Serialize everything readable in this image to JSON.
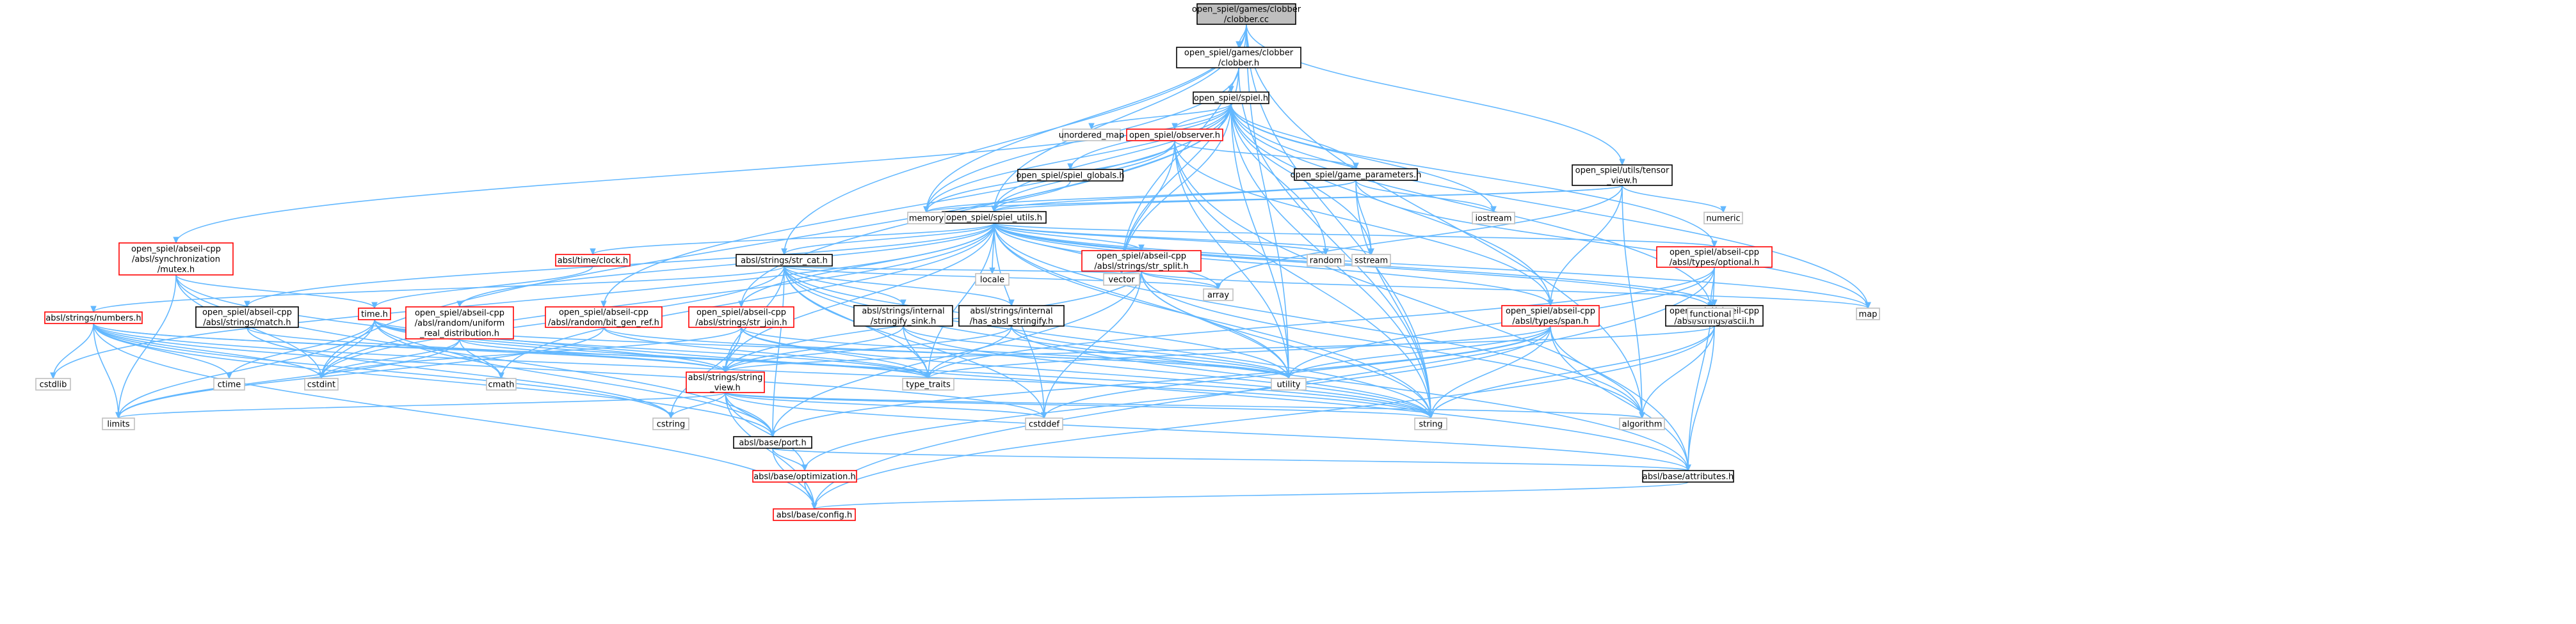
{
  "colors": {
    "edge": "#63b8ff",
    "root_fill": "#bfbfbf",
    "node_border_default": "#000000",
    "node_border_incomplete": "#ff0000",
    "node_border_system": "#bfbfbf",
    "background": "#ffffff"
  },
  "nodes": [
    {
      "id": "root",
      "lines": [
        "open_spiel/games/clobber",
        "/clobber.cc"
      ],
      "style": "root"
    },
    {
      "id": "clobber_h",
      "lines": [
        "open_spiel/games/clobber",
        "/clobber.h"
      ],
      "style": "black"
    },
    {
      "id": "spiel_h",
      "lines": [
        "open_spiel/spiel.h"
      ],
      "style": "black"
    },
    {
      "id": "observer_h",
      "lines": [
        "open_spiel/observer.h"
      ],
      "style": "red"
    },
    {
      "id": "spiel_globals_h",
      "lines": [
        "open_spiel/spiel_globals.h"
      ],
      "style": "black"
    },
    {
      "id": "game_parameters_h",
      "lines": [
        "open_spiel/game_parameters.h"
      ],
      "style": "black"
    },
    {
      "id": "tensor_view_h",
      "lines": [
        "open_spiel/utils/tensor",
        "_view.h"
      ],
      "style": "black"
    },
    {
      "id": "spiel_utils_h",
      "lines": [
        "open_spiel/spiel_utils.h"
      ],
      "style": "black"
    },
    {
      "id": "mutex_h",
      "lines": [
        "open_spiel/abseil-cpp",
        "/absl/synchronization",
        "/mutex.h"
      ],
      "style": "red"
    },
    {
      "id": "str_cat_h",
      "lines": [
        "absl/strings/str_cat.h"
      ],
      "style": "black"
    },
    {
      "id": "str_split_h",
      "lines": [
        "open_spiel/abseil-cpp",
        "/absl/strings/str_split.h"
      ],
      "style": "red"
    },
    {
      "id": "optional_h",
      "lines": [
        "open_spiel/abseil-cpp",
        "/absl/types/optional.h"
      ],
      "style": "red"
    },
    {
      "id": "clock_h",
      "lines": [
        "absl/time/clock.h"
      ],
      "style": "red"
    },
    {
      "id": "time_h",
      "lines": [
        "time.h"
      ],
      "style": "red"
    },
    {
      "id": "numbers_h",
      "lines": [
        "absl/strings/numbers.h"
      ],
      "style": "red"
    },
    {
      "id": "match_h",
      "lines": [
        "open_spiel/abseil-cpp",
        "/absl/strings/match.h"
      ],
      "style": "black"
    },
    {
      "id": "uniform_h",
      "lines": [
        "open_spiel/abseil-cpp",
        "/absl/random/uniform",
        "_real_distribution.h"
      ],
      "style": "red"
    },
    {
      "id": "bit_gen_ref_h",
      "lines": [
        "open_spiel/abseil-cpp",
        "/absl/random/bit_gen_ref.h"
      ],
      "style": "red"
    },
    {
      "id": "str_join_h",
      "lines": [
        "open_spiel/abseil-cpp",
        "/absl/strings/str_join.h"
      ],
      "style": "red"
    },
    {
      "id": "stringify_sink_h",
      "lines": [
        "absl/strings/internal",
        "/stringify_sink.h"
      ],
      "style": "black"
    },
    {
      "id": "has_absl_stringify_h",
      "lines": [
        "absl/strings/internal",
        "/has_absl_stringify.h"
      ],
      "style": "black"
    },
    {
      "id": "span_h",
      "lines": [
        "open_spiel/abseil-cpp",
        "/absl/types/span.h"
      ],
      "style": "red"
    },
    {
      "id": "ascii_h",
      "lines": [
        "open_spiel/abseil-cpp",
        "/absl/strings/ascii.h"
      ],
      "style": "black"
    },
    {
      "id": "string_view_h",
      "lines": [
        "absl/strings/string",
        "_view.h"
      ],
      "style": "red"
    },
    {
      "id": "port_h",
      "lines": [
        "absl/base/port.h"
      ],
      "style": "black"
    },
    {
      "id": "optimization_h",
      "lines": [
        "absl/base/optimization.h"
      ],
      "style": "red"
    },
    {
      "id": "attributes_h",
      "lines": [
        "absl/base/attributes.h"
      ],
      "style": "black"
    },
    {
      "id": "config_h",
      "lines": [
        "absl/base/config.h"
      ],
      "style": "red"
    },
    {
      "id": "unordered_map",
      "lines": [
        "unordered_map"
      ],
      "style": "grey"
    },
    {
      "id": "memory",
      "lines": [
        "memory"
      ],
      "style": "grey"
    },
    {
      "id": "iostream",
      "lines": [
        "iostream"
      ],
      "style": "grey"
    },
    {
      "id": "numeric",
      "lines": [
        "numeric"
      ],
      "style": "grey"
    },
    {
      "id": "locale",
      "lines": [
        "locale"
      ],
      "style": "grey"
    },
    {
      "id": "random",
      "lines": [
        "random"
      ],
      "style": "grey"
    },
    {
      "id": "sstream",
      "lines": [
        "sstream"
      ],
      "style": "grey"
    },
    {
      "id": "vector",
      "lines": [
        "vector"
      ],
      "style": "grey"
    },
    {
      "id": "array",
      "lines": [
        "array"
      ],
      "style": "grey"
    },
    {
      "id": "functional",
      "lines": [
        "functional"
      ],
      "style": "grey"
    },
    {
      "id": "map",
      "lines": [
        "map"
      ],
      "style": "grey"
    },
    {
      "id": "utility",
      "lines": [
        "utility"
      ],
      "style": "grey"
    },
    {
      "id": "type_traits",
      "lines": [
        "type_traits"
      ],
      "style": "grey"
    },
    {
      "id": "cstdint",
      "lines": [
        "cstdint"
      ],
      "style": "grey"
    },
    {
      "id": "cmath",
      "lines": [
        "cmath"
      ],
      "style": "grey"
    },
    {
      "id": "ctime",
      "lines": [
        "ctime"
      ],
      "style": "grey"
    },
    {
      "id": "cstdlib",
      "lines": [
        "cstdlib"
      ],
      "style": "grey"
    },
    {
      "id": "limits",
      "lines": [
        "limits"
      ],
      "style": "grey"
    },
    {
      "id": "cstring",
      "lines": [
        "cstring"
      ],
      "style": "grey"
    },
    {
      "id": "cstddef",
      "lines": [
        "cstddef"
      ],
      "style": "grey"
    },
    {
      "id": "string",
      "lines": [
        "string"
      ],
      "style": "grey"
    },
    {
      "id": "algorithm",
      "lines": [
        "algorithm"
      ],
      "style": "grey"
    }
  ],
  "edges": [
    [
      "root",
      "clobber_h"
    ],
    [
      "root",
      "memory"
    ],
    [
      "root",
      "spiel_utils_h"
    ],
    [
      "root",
      "str_cat_h"
    ],
    [
      "root",
      "vector"
    ],
    [
      "root",
      "utility"
    ],
    [
      "root",
      "tensor_view_h"
    ],
    [
      "root",
      "string"
    ],
    [
      "root",
      "algorithm"
    ],
    [
      "clobber_h",
      "spiel_h"
    ],
    [
      "clobber_h",
      "memory"
    ],
    [
      "clobber_h",
      "vector"
    ],
    [
      "clobber_h",
      "string"
    ],
    [
      "spiel_h",
      "unordered_map"
    ],
    [
      "spiel_h",
      "observer_h"
    ],
    [
      "spiel_h",
      "spiel_globals_h"
    ],
    [
      "spiel_h",
      "game_parameters_h"
    ],
    [
      "spiel_h",
      "spiel_utils_h"
    ],
    [
      "spiel_h",
      "memory"
    ],
    [
      "spiel_h",
      "iostream"
    ],
    [
      "spiel_h",
      "random"
    ],
    [
      "spiel_h",
      "sstream"
    ],
    [
      "spiel_h",
      "vector"
    ],
    [
      "spiel_h",
      "utility"
    ],
    [
      "spiel_h",
      "string"
    ],
    [
      "spiel_h",
      "functional"
    ],
    [
      "spiel_h",
      "map"
    ],
    [
      "spiel_h",
      "mutex_h"
    ],
    [
      "spiel_h",
      "str_join_h"
    ],
    [
      "spiel_h",
      "bit_gen_ref_h"
    ],
    [
      "spiel_h",
      "optional_h"
    ],
    [
      "spiel_h",
      "span_h"
    ],
    [
      "spiel_h",
      "cstdint"
    ],
    [
      "observer_h",
      "game_parameters_h"
    ],
    [
      "observer_h",
      "spiel_utils_h"
    ],
    [
      "observer_h",
      "memory"
    ],
    [
      "observer_h",
      "vector"
    ],
    [
      "observer_h",
      "string"
    ],
    [
      "observer_h",
      "span_h"
    ],
    [
      "observer_h",
      "attributes_h"
    ],
    [
      "observer_h",
      "utility"
    ],
    [
      "spiel_globals_h",
      "spiel_utils_h"
    ],
    [
      "game_parameters_h",
      "spiel_utils_h"
    ],
    [
      "game_parameters_h",
      "memory"
    ],
    [
      "game_parameters_h",
      "iostream"
    ],
    [
      "game_parameters_h",
      "map"
    ],
    [
      "game_parameters_h",
      "string"
    ],
    [
      "game_parameters_h",
      "sstream"
    ],
    [
      "tensor_view_h",
      "spiel_utils_h"
    ],
    [
      "tensor_view_h",
      "memory"
    ],
    [
      "tensor_view_h",
      "numeric"
    ],
    [
      "tensor_view_h",
      "array"
    ],
    [
      "tensor_view_h",
      "span_h"
    ],
    [
      "tensor_view_h",
      "algorithm"
    ],
    [
      "spiel_utils_h",
      "str_cat_h"
    ],
    [
      "spiel_utils_h",
      "str_split_h"
    ],
    [
      "spiel_utils_h",
      "optional_h"
    ],
    [
      "spiel_utils_h",
      "clock_h"
    ],
    [
      "spiel_utils_h",
      "str_join_h"
    ],
    [
      "spiel_utils_h",
      "match_h"
    ],
    [
      "spiel_utils_h",
      "uniform_h"
    ],
    [
      "spiel_utils_h",
      "ascii_h"
    ],
    [
      "spiel_utils_h",
      "span_h"
    ],
    [
      "spiel_utils_h",
      "locale"
    ],
    [
      "spiel_utils_h",
      "random"
    ],
    [
      "spiel_utils_h",
      "sstream"
    ],
    [
      "spiel_utils_h",
      "vector"
    ],
    [
      "spiel_utils_h",
      "array"
    ],
    [
      "spiel_utils_h",
      "functional"
    ],
    [
      "spiel_utils_h",
      "map"
    ],
    [
      "spiel_utils_h",
      "utility"
    ],
    [
      "spiel_utils_h",
      "type_traits"
    ],
    [
      "spiel_utils_h",
      "cstdint"
    ],
    [
      "spiel_utils_h",
      "cmath"
    ],
    [
      "spiel_utils_h",
      "string"
    ],
    [
      "spiel_utils_h",
      "algorithm"
    ],
    [
      "spiel_utils_h",
      "cstddef"
    ],
    [
      "spiel_utils_h",
      "string_view_h"
    ],
    [
      "spiel_utils_h",
      "cstdlib"
    ],
    [
      "mutex_h",
      "time_h"
    ],
    [
      "mutex_h",
      "cstdint"
    ],
    [
      "mutex_h",
      "port_h"
    ],
    [
      "mutex_h",
      "attributes_h"
    ],
    [
      "mutex_h",
      "limits"
    ],
    [
      "str_cat_h",
      "numbers_h"
    ],
    [
      "str_cat_h",
      "stringify_sink_h"
    ],
    [
      "str_cat_h",
      "has_absl_stringify_h"
    ],
    [
      "str_cat_h",
      "string_view_h"
    ],
    [
      "str_cat_h",
      "port_h"
    ],
    [
      "str_cat_h",
      "array"
    ],
    [
      "str_cat_h",
      "vector"
    ],
    [
      "str_cat_h",
      "string"
    ],
    [
      "str_cat_h",
      "utility"
    ],
    [
      "str_cat_h",
      "type_traits"
    ],
    [
      "str_cat_h",
      "cstdint"
    ],
    [
      "str_cat_h",
      "cstddef"
    ],
    [
      "str_cat_h",
      "attributes_h"
    ],
    [
      "str_split_h",
      "string_view_h"
    ],
    [
      "str_split_h",
      "vector"
    ],
    [
      "str_split_h",
      "map"
    ],
    [
      "str_split_h",
      "array"
    ],
    [
      "str_split_h",
      "utility"
    ],
    [
      "str_split_h",
      "string"
    ],
    [
      "str_split_h",
      "algorithm"
    ],
    [
      "str_split_h",
      "cstddef"
    ],
    [
      "str_split_h",
      "port_h"
    ],
    [
      "optional_h",
      "functional"
    ],
    [
      "optional_h",
      "type_traits"
    ],
    [
      "optional_h",
      "utility"
    ],
    [
      "optional_h",
      "attributes_h"
    ],
    [
      "optional_h",
      "config_h"
    ],
    [
      "clock_h",
      "time_h"
    ],
    [
      "time_h",
      "cmath"
    ],
    [
      "time_h",
      "ctime"
    ],
    [
      "time_h",
      "cstdint"
    ],
    [
      "time_h",
      "limits"
    ],
    [
      "time_h",
      "string"
    ],
    [
      "time_h",
      "type_traits"
    ],
    [
      "time_h",
      "utility"
    ],
    [
      "time_h",
      "string_view_h"
    ],
    [
      "time_h",
      "port_h"
    ],
    [
      "numbers_h",
      "cstdlib"
    ],
    [
      "numbers_h",
      "ctime"
    ],
    [
      "numbers_h",
      "limits"
    ],
    [
      "numbers_h",
      "cstring"
    ],
    [
      "numbers_h",
      "string"
    ],
    [
      "numbers_h",
      "type_traits"
    ],
    [
      "numbers_h",
      "cstdint"
    ],
    [
      "numbers_h",
      "cstddef"
    ],
    [
      "numbers_h",
      "string_view_h"
    ],
    [
      "numbers_h",
      "port_h"
    ],
    [
      "numbers_h",
      "config_h"
    ],
    [
      "match_h",
      "string_view_h"
    ],
    [
      "match_h",
      "cstring"
    ],
    [
      "uniform_h",
      "cmath"
    ],
    [
      "uniform_h",
      "cstdint"
    ],
    [
      "uniform_h",
      "limits"
    ],
    [
      "uniform_h",
      "type_traits"
    ],
    [
      "bit_gen_ref_h",
      "limits"
    ],
    [
      "bit_gen_ref_h",
      "type_traits"
    ],
    [
      "bit_gen_ref_h",
      "utility"
    ],
    [
      "str_join_h",
      "string_view_h"
    ],
    [
      "str_join_h",
      "string"
    ],
    [
      "str_join_h",
      "type_traits"
    ],
    [
      "str_join_h",
      "utility"
    ],
    [
      "str_join_h",
      "cstdint"
    ],
    [
      "str_join_h",
      "cstring"
    ],
    [
      "stringify_sink_h",
      "string"
    ],
    [
      "stringify_sink_h",
      "type_traits"
    ],
    [
      "stringify_sink_h",
      "utility"
    ],
    [
      "stringify_sink_h",
      "string_view_h"
    ],
    [
      "has_absl_stringify_h",
      "type_traits"
    ],
    [
      "has_absl_stringify_h",
      "utility"
    ],
    [
      "has_absl_stringify_h",
      "string"
    ],
    [
      "has_absl_stringify_h",
      "string_view_h"
    ],
    [
      "span_h",
      "algorithm"
    ],
    [
      "span_h",
      "string"
    ],
    [
      "span_h",
      "type_traits"
    ],
    [
      "span_h",
      "utility"
    ],
    [
      "span_h",
      "cstddef"
    ],
    [
      "span_h",
      "attributes_h"
    ],
    [
      "span_h",
      "optimization_h"
    ],
    [
      "span_h",
      "port_h"
    ],
    [
      "ascii_h",
      "algorithm"
    ],
    [
      "ascii_h",
      "string"
    ],
    [
      "ascii_h",
      "attributes_h"
    ],
    [
      "ascii_h",
      "config_h"
    ],
    [
      "ascii_h",
      "string_view_h"
    ],
    [
      "string_view_h",
      "algorithm"
    ],
    [
      "string_view_h",
      "cstddef"
    ],
    [
      "string_view_h",
      "cstring"
    ],
    [
      "string_view_h",
      "limits"
    ],
    [
      "string_view_h",
      "string"
    ],
    [
      "string_view_h",
      "port_h"
    ],
    [
      "string_view_h",
      "attributes_h"
    ],
    [
      "string_view_h",
      "optimization_h"
    ],
    [
      "string_view_h",
      "config_h"
    ],
    [
      "port_h",
      "attributes_h"
    ],
    [
      "port_h",
      "config_h"
    ],
    [
      "port_h",
      "optimization_h"
    ],
    [
      "optimization_h",
      "config_h"
    ],
    [
      "attributes_h",
      "config_h"
    ]
  ]
}
